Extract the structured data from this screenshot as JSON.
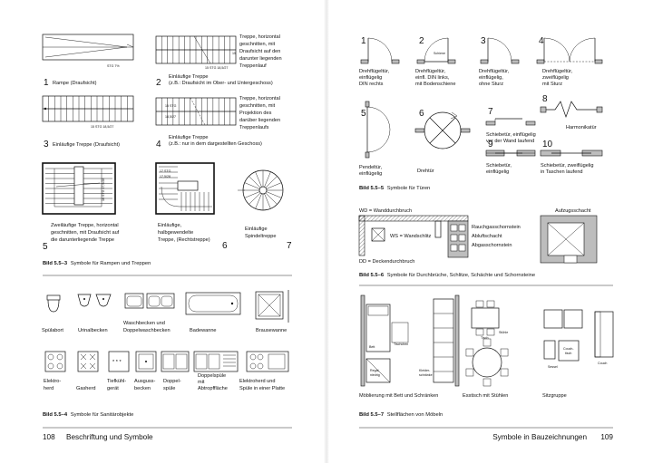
{
  "left_page": {
    "fig_5_5_3": {
      "caption_id": "Bild 5.5–3",
      "caption_text": "Symbole für Rampen und Treppen",
      "items": [
        {
          "num": "1",
          "label": "Rampe (Draufsicht)",
          "marks": [
            "STG 7%"
          ]
        },
        {
          "num": "2",
          "label_lines": [
            "Einläufige Treppe",
            "(z.B.: Draufsicht im Ober- und Untergeschoss)"
          ],
          "note_lines": [
            "Treppe, horizontal",
            "geschnitten, mit",
            "Draufsicht auf den",
            "darunter liegenden",
            "Treppenlauf"
          ],
          "marks": [
            "15 STG 18,5/27",
            "15"
          ]
        },
        {
          "num": "3",
          "label": "Einläufige Treppe (Draufsicht)",
          "marks": [
            "15 STG 18,5/27"
          ]
        },
        {
          "num": "4",
          "label_lines": [
            "Einläufige Treppe",
            "(z.B.: nur in dem dargestellten Geschoss)"
          ],
          "note_lines": [
            "Treppe, horizontal",
            "geschnitten, mit",
            "Projektion des",
            "darüber liegenden",
            "Treppenlaufs"
          ],
          "marks": [
            "15 STG",
            "18,5/27"
          ]
        },
        {
          "num": "5",
          "label_lines": [
            "Zweiläufige Treppe, horizontal",
            "geschnitten, mit Draufsicht auf",
            "die darunterliegende Treppe"
          ],
          "marks": [
            "16 STG 17,5/28"
          ]
        },
        {
          "num": "6",
          "label_lines": [
            "Einläufige,",
            "halbgewendelte",
            "Treppe, (Rechtstreppe)"
          ],
          "marks": [
            "17 STG",
            "17,5/28"
          ]
        },
        {
          "num": "7",
          "label_lines": [
            "Einläufige",
            "Spindeltreppe"
          ]
        }
      ]
    },
    "fig_5_5_4": {
      "caption_id": "Bild 5.5–4",
      "caption_text": "Symbole für Sanitärobjekte",
      "row1": [
        "Spülabort",
        "Urinalbecken",
        "Waschbecken und",
        "Doppelwaschbecken",
        "Badewanne",
        "Brausewanne"
      ],
      "row2": [
        "Elektro-",
        "herd",
        "Gasherd",
        "Tiefkühl-",
        "gerät",
        "Ausguss-",
        "becken",
        "Doppel-",
        "spüle",
        "Doppelspüle",
        "mit",
        "Abtropffläche",
        "Elektroherd und",
        "Spüle in einer Platte"
      ]
    },
    "footer": {
      "page_number": "108",
      "section": "Beschriftung und Symbole"
    }
  },
  "right_page": {
    "fig_5_5_5": {
      "caption_id": "Bild 5.5–5",
      "caption_text": "Symbole für Türen",
      "items": [
        {
          "num": "1",
          "lines": [
            "Drehflügeltür,",
            "einflügelig",
            "DIN rechts"
          ]
        },
        {
          "num": "2",
          "lines": [
            "Drehflügeltür,",
            "einfl. DIN links,",
            "mit Bodenschiene"
          ],
          "tag": "Schiene"
        },
        {
          "num": "3",
          "lines": [
            "Drehflügeltür,",
            "einflügelig,",
            "ohne Sturz"
          ]
        },
        {
          "num": "4",
          "lines": [
            "Drehflügeltür,",
            "zweiflügelig",
            "mit Sturz"
          ]
        },
        {
          "num": "5",
          "lines": [
            "Pendeltür,",
            "einflügelig"
          ]
        },
        {
          "num": "6",
          "lines": [
            "Drehtür"
          ]
        },
        {
          "num": "7",
          "lines": [
            "Schiebetür, einflügelig",
            "vor der Wand laufend"
          ]
        },
        {
          "num": "8",
          "lines": [
            "Harmonikatür"
          ]
        },
        {
          "num": "9",
          "lines": [
            "Schiebetür,",
            "einflügelig"
          ]
        },
        {
          "num": "10",
          "lines": [
            "Schiebetür, zweiflügelig",
            "in Taschen laufend"
          ]
        }
      ]
    },
    "fig_5_5_6": {
      "caption_id": "Bild 5.5–6",
      "caption_text": "Symbole für Durchbrüche, Schlitze, Schächte und Schornsteine",
      "labels": {
        "wd": "WD = Wanddurchbruch",
        "ws": "WS = Wandschlitz",
        "dd": "DD = Deckendurchbruch",
        "rauch": "Rauchgasschornstein",
        "abluft": "Abluftschacht",
        "abgas": "Abgasschornstein",
        "aufzug": "Aufzugsschacht"
      }
    },
    "fig_5_5_7": {
      "caption_id": "Bild 5.5–7",
      "caption_text": "Stellflächen von Möbeln",
      "labels": {
        "bett": "Bett",
        "tischchen": "Tischchen",
        "regal": "Regal,",
        "niedrig": "niedrig",
        "kleider": "Kleider-",
        "schraenke": "schränke",
        "tisch": "Tisch",
        "stuehle": "Stühle",
        "sessel": "Sessel",
        "couchtisch1": "Couch-",
        "couchtisch2": "tisch",
        "couch": "Couch"
      },
      "sublabels": [
        "Möblierung mit Bett und Schränken",
        "Esstisch mit Stühlen",
        "Sitzgruppe"
      ]
    },
    "footer": {
      "section": "Symbole in Bauzeichnungen",
      "page_number": "109"
    }
  }
}
